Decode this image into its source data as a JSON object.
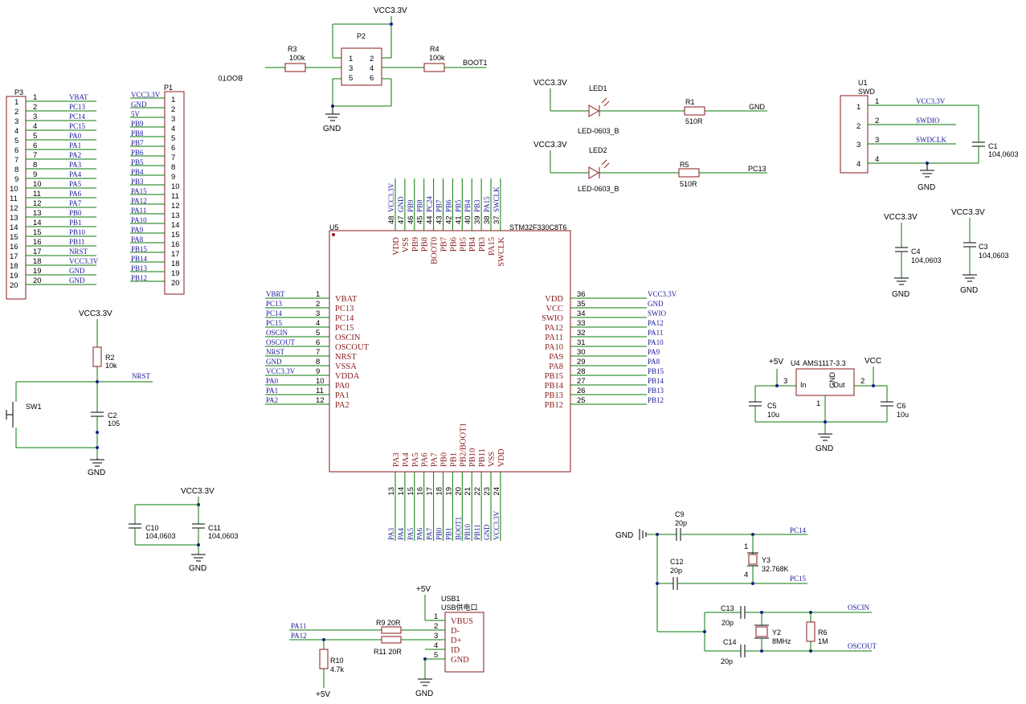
{
  "p3": {
    "ref": "P3",
    "nets": [
      "VBAT",
      "PC13",
      "PC14",
      "PC15",
      "PA0",
      "PA1",
      "PA2",
      "PA3",
      "PA4",
      "PA5",
      "PA6",
      "PA7",
      "PB0",
      "PB1",
      "PB10",
      "PB11",
      "NRST",
      "VCC3.3V",
      "GND",
      "GND"
    ]
  },
  "p1": {
    "ref": "P1",
    "nets": [
      "VCC3.3V",
      "GND",
      "5V",
      "PB9",
      "PB8",
      "PB7",
      "PB6",
      "PB5",
      "PB4",
      "PB3",
      "PA15",
      "PA12",
      "PA11",
      "PA10",
      "PA9",
      "PA8",
      "PB15",
      "PB14",
      "PB13",
      "PB12"
    ]
  },
  "p2": {
    "ref": "P2",
    "vcc": "VCC3.3V",
    "gnd": "GND",
    "pins": [
      "1",
      "2",
      "3",
      "4",
      "5",
      "6"
    ]
  },
  "r3": {
    "ref": "R3",
    "value": "100k",
    "net": "BOOT0"
  },
  "r4": {
    "ref": "R4",
    "value": "100k",
    "net": "BOOT1"
  },
  "led1": {
    "power": "VCC3.3V",
    "ref": "LED1",
    "part": "LED-0603_B",
    "r_ref": "R1",
    "r_val": "510R",
    "net": "GND"
  },
  "led2": {
    "power": "VCC3.3V",
    "ref": "LED2",
    "part": "LED-0603_B",
    "r_ref": "R5",
    "r_val": "510R",
    "net": "PC13"
  },
  "u1": {
    "ref": "U1",
    "name": "SWD",
    "pins": [
      "1",
      "2",
      "3",
      "4"
    ],
    "nets": [
      "VCC3.3V",
      "SWDIO",
      "SWDCLK",
      ""
    ],
    "cap_ref": "C1",
    "cap_val": "104,0603",
    "gnd": "GND"
  },
  "u5": {
    "ref": "U5",
    "part": "STM32F330C8T6",
    "left": [
      {
        "num": "1",
        "name": "VBAT",
        "net": "VBRT"
      },
      {
        "num": "2",
        "name": "PC13",
        "net": "PC13"
      },
      {
        "num": "3",
        "name": "PC14",
        "net": "PC14"
      },
      {
        "num": "4",
        "name": "PC15",
        "net": "PC15"
      },
      {
        "num": "5",
        "name": "OSCIN",
        "net": "OSCIN"
      },
      {
        "num": "6",
        "name": "OSCOUT",
        "net": "OSCOUT"
      },
      {
        "num": "7",
        "name": "NRST",
        "net": "NRST"
      },
      {
        "num": "8",
        "name": "VSSA",
        "net": "GND"
      },
      {
        "num": "9",
        "name": "VDDA",
        "net": "VCC3.3V"
      },
      {
        "num": "10",
        "name": "PA0",
        "net": "PA0"
      },
      {
        "num": "11",
        "name": "PA1",
        "net": "PA1"
      },
      {
        "num": "12",
        "name": "PA2",
        "net": "PA2"
      }
    ],
    "right": [
      {
        "num": "36",
        "name": "VDD",
        "net": "VCC3.3V"
      },
      {
        "num": "35",
        "name": "VCC",
        "net": "GND"
      },
      {
        "num": "34",
        "name": "SWIO",
        "net": "SWIO"
      },
      {
        "num": "33",
        "name": "PA12",
        "net": "PA12"
      },
      {
        "num": "32",
        "name": "PA11",
        "net": "PA11"
      },
      {
        "num": "31",
        "name": "PA10",
        "net": "PA10"
      },
      {
        "num": "30",
        "name": "PA9",
        "net": "PA9"
      },
      {
        "num": "29",
        "name": "PA8",
        "net": "PA8"
      },
      {
        "num": "28",
        "name": "PB15",
        "net": "PB15"
      },
      {
        "num": "27",
        "name": "PB14",
        "net": "PB14"
      },
      {
        "num": "26",
        "name": "PB13",
        "net": "PB13"
      },
      {
        "num": "25",
        "name": "PB12",
        "net": "PB12"
      }
    ],
    "top": [
      {
        "num": "48",
        "name": "VDD",
        "net": "VCC3.3V"
      },
      {
        "num": "47",
        "name": "VSS",
        "net": "GND"
      },
      {
        "num": "46",
        "name": "PB9",
        "net": "PB9"
      },
      {
        "num": "45",
        "name": "PB8",
        "net": "PB8"
      },
      {
        "num": "44",
        "name": "BOOT0",
        "net": "PC24"
      },
      {
        "num": "43",
        "name": "PB7",
        "net": "PB7"
      },
      {
        "num": "42",
        "name": "PB6",
        "net": "PB6"
      },
      {
        "num": "41",
        "name": "PB5",
        "net": "PB5"
      },
      {
        "num": "40",
        "name": "PB4",
        "net": "PB4"
      },
      {
        "num": "39",
        "name": "PB3",
        "net": "PB3"
      },
      {
        "num": "38",
        "name": "PA15",
        "net": "PA15"
      },
      {
        "num": "37",
        "name": "SWCLK",
        "net": "SWCLK"
      }
    ],
    "bottom": [
      {
        "num": "13",
        "name": "PA3",
        "net": "PA3"
      },
      {
        "num": "14",
        "name": "PA4",
        "net": "PA4"
      },
      {
        "num": "15",
        "name": "PA5",
        "net": "PA5"
      },
      {
        "num": "16",
        "name": "PA6",
        "net": "PA6"
      },
      {
        "num": "17",
        "name": "PA7",
        "net": "PA7"
      },
      {
        "num": "18",
        "name": "PB0",
        "net": "PB0"
      },
      {
        "num": "19",
        "name": "PB1",
        "net": "PB1"
      },
      {
        "num": "20",
        "name": "PB2/BOOT1",
        "net": "BOOT1"
      },
      {
        "num": "21",
        "name": "PB10",
        "net": "PB10"
      },
      {
        "num": "22",
        "name": "PB11",
        "net": "PB11"
      },
      {
        "num": "23",
        "name": "VSS",
        "net": "GND"
      },
      {
        "num": "24",
        "name": "VDD",
        "net": "VCC3.3V"
      }
    ]
  },
  "reset": {
    "power": "VCC3.3V",
    "r_ref": "R2",
    "r_val": "10k",
    "net": "NRST",
    "sw": "SW1",
    "c_ref": "C2",
    "c_val": "105",
    "gnd": "GND"
  },
  "decoup_a": {
    "power": "VCC3.3V",
    "c1_ref": "C4",
    "c1_val": "104,0603",
    "c2_ref": "C3",
    "c2_val": "104,0603",
    "gnd": "GND"
  },
  "decoup_b": {
    "power": "VCC3.3V",
    "c1_ref": "C10",
    "c1_val": "104,0603",
    "c2_ref": "C11",
    "c2_val": "104,0603",
    "gnd": "GND"
  },
  "ldo": {
    "ref": "U4",
    "part": "AMS1117-3.3",
    "vin": "+5V",
    "vout": "VCC",
    "pin_in": "In",
    "pin_gnd": "GND",
    "pin_out": "Out",
    "n_in": "3",
    "n_gnd": "1",
    "n_out": "2",
    "c_in_ref": "C5",
    "c_in_val": "10u",
    "c_out_ref": "C6",
    "c_out_val": "10u",
    "gnd": "GND"
  },
  "usb": {
    "ref": "USB1",
    "part": "USB供电口",
    "power": "+5V",
    "gnd": "GND",
    "pins": [
      "1",
      "2",
      "3",
      "4",
      "5"
    ],
    "names": [
      "VBUS",
      "D-",
      "D+",
      "ID",
      "GND"
    ],
    "r9": "R9 20R",
    "r11": "R11 20R",
    "net_a": "PA11",
    "net_b": "PA12",
    "r10_ref": "R10",
    "r10_val": "4.7k",
    "r10_pwr": "+5V"
  },
  "osc": {
    "gnd": "GND",
    "c9_ref": "C9",
    "c9_val": "20p",
    "c12_ref": "C12",
    "c12_val": "20p",
    "y3_ref": "Y3",
    "y3_val": "32.768K",
    "y3_p1": "1",
    "y3_p4": "4",
    "net_pc14": "PC14",
    "net_pc15": "PC15",
    "c13_ref": "C13",
    "c13_val": "20p",
    "c14_ref": "C14",
    "c14_val": "20p",
    "y2_ref": "Y2",
    "y2_val": "8MHz",
    "r6_ref": "R6",
    "r6_val": "1M",
    "net_oscin": "OSCIN",
    "net_oscout": "OSCOUT"
  }
}
